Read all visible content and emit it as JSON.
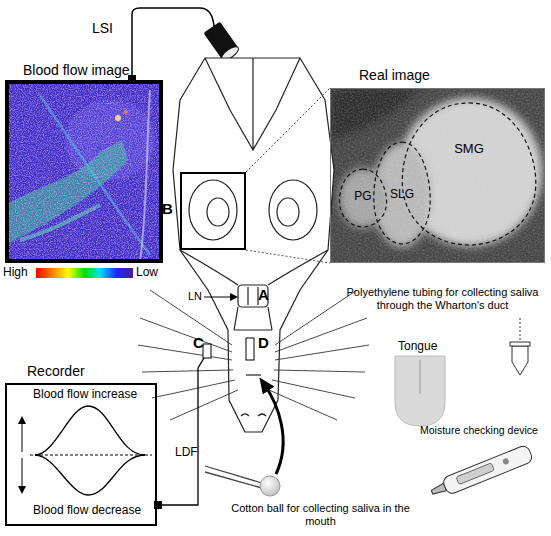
{
  "diagram": {
    "nodes": [
      {
        "text": [
          "Blood flow image"
        ]
      },
      {
        "text": [
          "B"
        ]
      },
      {
        "text": [
          "Real image"
        ]
      },
      {
        "text": [
          "PG"
        ],
        "in": 2
      },
      {
        "text": [
          "SLG"
        ],
        "in": 2
      },
      {
        "text": [
          "SMG"
        ],
        "in": 2
      },
      {
        "text": [
          "Recorder",
          "Blood flow increase",
          "Blood flow decrease"
        ]
      }
    ],
    "edges": [
      {
        "from": 1,
        "to": 2,
        "arrow": "none"
      }
    ],
    "labels": [
      "LSI",
      "High",
      "Low",
      "LN",
      "A",
      "C",
      "D",
      "Polyethylene tubing for collecting saliva through the Wharton's duct",
      "Tongue",
      "Moisture checking device",
      "LDF",
      "Cotton ball for collecting saliva in the mouth"
    ]
  }
}
